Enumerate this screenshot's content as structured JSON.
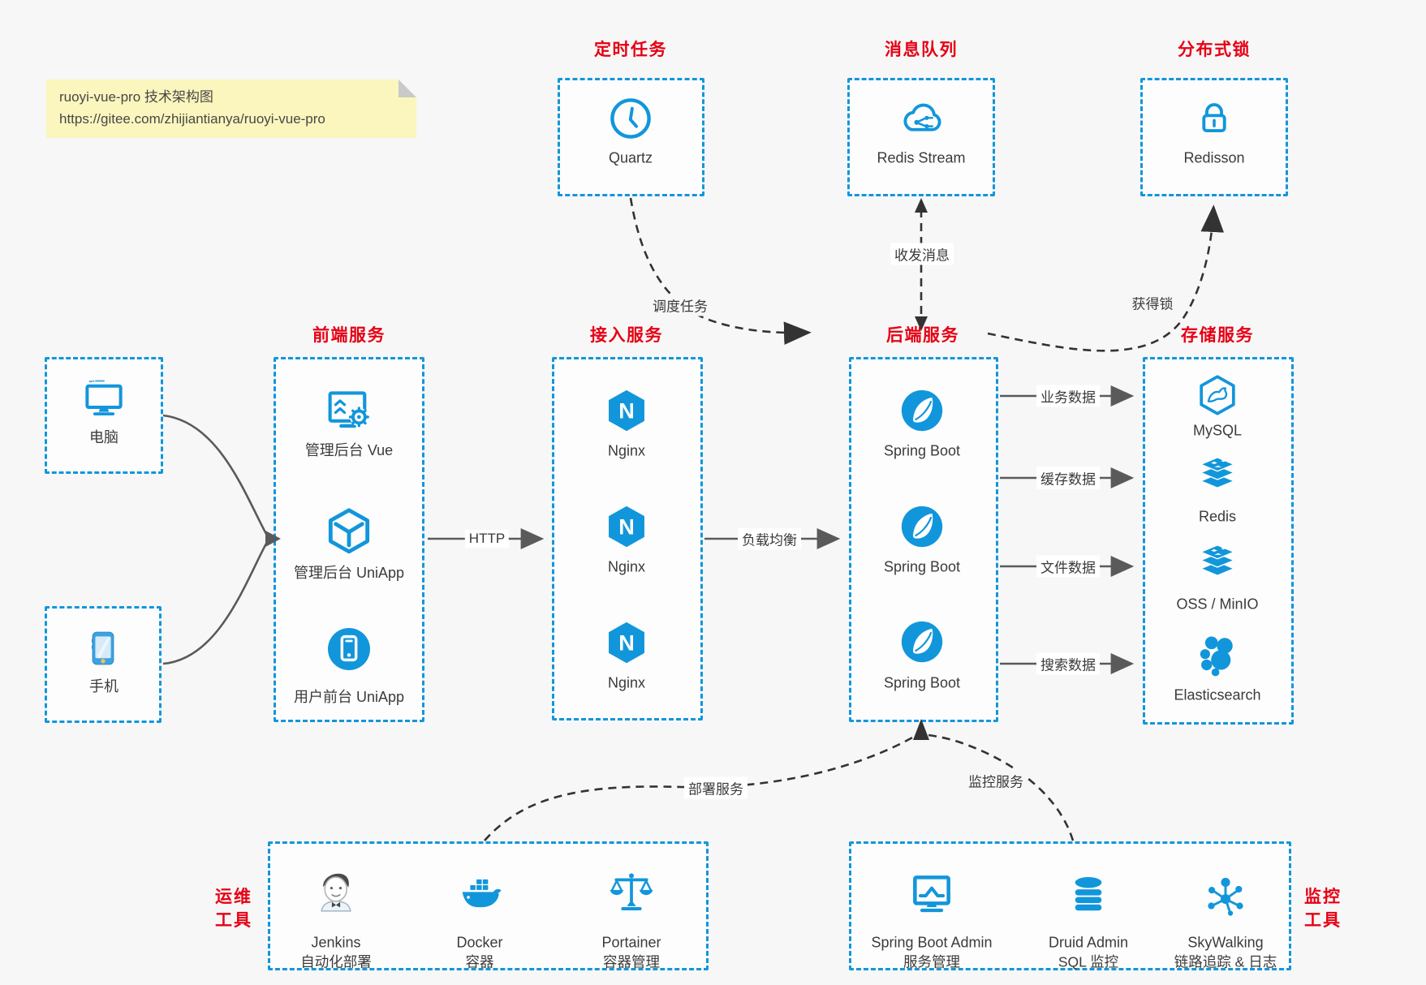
{
  "note": {
    "line1": "ruoyi-vue-pro 技术架构图",
    "line2": "https://gitee.com/zhijiantianya/ruoyi-vue-pro"
  },
  "colors": {
    "accent_blue": "#1296db",
    "title_red": "#e60014",
    "solid_arrow": "#5a5a5a",
    "dashed_arrow": "#333333",
    "note_bg": "#fbf6bd",
    "background": "#f7f7f7"
  },
  "top_groups": [
    {
      "title": "定时任务",
      "item": {
        "label": "Quartz",
        "icon": "clock-icon"
      }
    },
    {
      "title": "消息队列",
      "item": {
        "label": "Redis Stream",
        "icon": "cloud-mq-icon"
      }
    },
    {
      "title": "分布式锁",
      "item": {
        "label": "Redisson",
        "icon": "lock-icon"
      }
    }
  ],
  "clients": [
    {
      "label": "电脑",
      "icon": "desktop-icon"
    },
    {
      "label": "手机",
      "icon": "phone-icon"
    }
  ],
  "columns": [
    {
      "title": "前端服务",
      "items": [
        {
          "label": "管理后台 Vue",
          "icon": "admin-vue-icon"
        },
        {
          "label": "管理后台 UniApp",
          "icon": "uniapp-icon"
        },
        {
          "label": "用户前台 UniApp",
          "icon": "user-app-icon"
        }
      ]
    },
    {
      "title": "接入服务",
      "items": [
        {
          "label": "Nginx",
          "icon": "nginx-icon"
        },
        {
          "label": "Nginx",
          "icon": "nginx-icon"
        },
        {
          "label": "Nginx",
          "icon": "nginx-icon"
        }
      ]
    },
    {
      "title": "后端服务",
      "items": [
        {
          "label": "Spring Boot",
          "icon": "spring-icon"
        },
        {
          "label": "Spring Boot",
          "icon": "spring-icon"
        },
        {
          "label": "Spring Boot",
          "icon": "spring-icon"
        }
      ]
    },
    {
      "title": "存储服务",
      "items": [
        {
          "label": "MySQL",
          "icon": "mysql-icon"
        },
        {
          "label": "Redis",
          "icon": "redis-icon"
        },
        {
          "label": "OSS / MinIO",
          "icon": "oss-icon"
        },
        {
          "label": "Elasticsearch",
          "icon": "elasticsearch-icon"
        }
      ]
    }
  ],
  "edges": {
    "http": "HTTP",
    "load_balance": "负载均衡",
    "biz_data": "业务数据",
    "cache_data": "缓存数据",
    "file_data": "文件数据",
    "search_data": "搜索数据",
    "schedule": "调度任务",
    "mq": "收发消息",
    "lock": "获得锁",
    "deploy": "部署服务",
    "monitor": "监控服务"
  },
  "bottom_groups": [
    {
      "title_line1": "运维",
      "title_line2": "工具",
      "items": [
        {
          "name": "Jenkins",
          "desc": "自动化部署",
          "icon": "jenkins-icon"
        },
        {
          "name": "Docker",
          "desc": "容器",
          "icon": "docker-icon"
        },
        {
          "name": "Portainer",
          "desc": "容器管理",
          "icon": "portainer-icon"
        }
      ]
    },
    {
      "title_line1": "监控",
      "title_line2": "工具",
      "items": [
        {
          "name": "Spring Boot Admin",
          "desc": "服务管理",
          "icon": "springboot-admin-icon"
        },
        {
          "name": "Druid Admin",
          "desc": "SQL 监控",
          "icon": "druid-icon"
        },
        {
          "name": "SkyWalking",
          "desc": "链路追踪 & 日志",
          "icon": "skywalking-icon"
        }
      ]
    }
  ]
}
